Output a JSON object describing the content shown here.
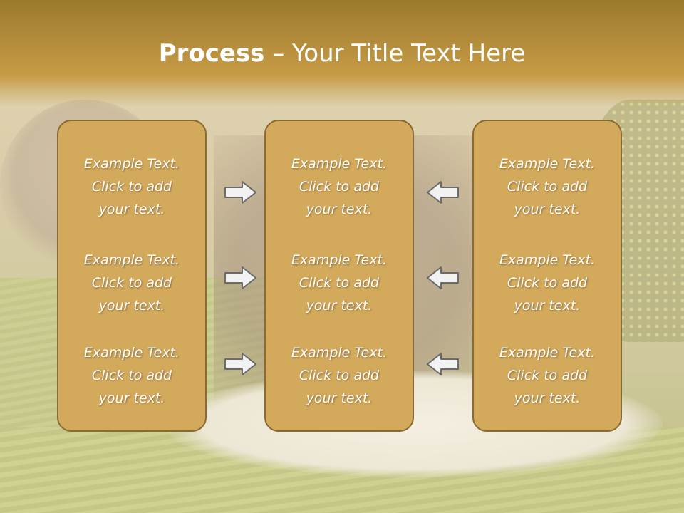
{
  "slide": {
    "title_bold": "Process",
    "title_rest": " – Your Title Text Here"
  },
  "columns": [
    {
      "items": [
        "Example Text.\nClick  to add\nyour text.",
        "Example Text.\nClick  to add\nyour text.",
        "Example Text.\nClick  to add\nyour text."
      ]
    },
    {
      "items": [
        "Example Text.\nClick  to add\nyour text.",
        "Example Text.\nClick  to add\nyour text.",
        "Example Text.\nClick  to add\nyour text."
      ]
    },
    {
      "items": [
        "Example Text.\nClick  to add\nyour text.",
        "Example Text.\nClick  to add\nyour text.",
        "Example Text.\nClick  to add\nyour text."
      ]
    }
  ],
  "arrows": {
    "left_group": [
      "arrow-right-icon",
      "arrow-right-icon",
      "arrow-right-icon"
    ],
    "right_group": [
      "arrow-left-icon",
      "arrow-left-icon",
      "arrow-left-icon"
    ]
  },
  "colors": {
    "title_band": "#b08a3a",
    "box_fill": "#d3a95c",
    "box_border": "#8a6a30",
    "text": "#ffffff"
  }
}
